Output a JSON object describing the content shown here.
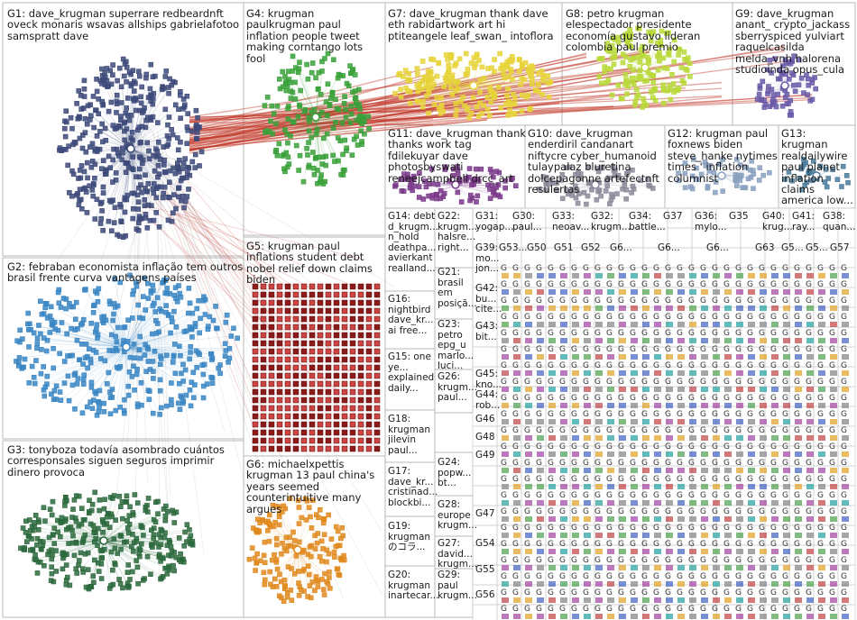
{
  "colors": {
    "background": "#ffffff",
    "box_border": "#b8b8b8",
    "edge_red": "#c0392b",
    "edge_gray": "#8a8a8a",
    "g1": "#3d4a7a",
    "g2": "#3a86c4",
    "g3": "#2d6a3e",
    "g4": "#3aa13a",
    "g5": "#8b1a1a",
    "g6": "#e08a1e",
    "g7": "#e6d43a",
    "g8": "#b8d93a",
    "g9": "#6a5aa8",
    "g10": "#8a8a9a",
    "g11": "#7a3a8a",
    "g12": "#8aa0c0",
    "g13": "#4a7a9a"
  },
  "groups": [
    {
      "key": "g1",
      "text": "G1: dave_krugman superrare redbeardnft oveck monaris wsavas allships gabrielafotoo samspratt dave"
    },
    {
      "key": "g2",
      "text": "G2: febraban economista inflação tem outros brasil frente curva vantagens países"
    },
    {
      "key": "g3",
      "text": "G3: tonyboza todavía asombrado cuántos corresponsales siguen seguros imprimir dinero provoca"
    },
    {
      "key": "g4",
      "text": "G4: krugman paulkrugman paul inflation people tweet making corntango lots fool"
    },
    {
      "key": "g5",
      "text": "G5: krugman paul inflations student debt nobel relief down claims biden"
    },
    {
      "key": "g6",
      "text": "G6: michaelxpettis krugman 13 paul china's years seemed counterintuitive many argues"
    },
    {
      "key": "g7",
      "text": "G7: dave_krugman thank dave eth rabidartwork art hi ptiteangele leaf_swan_ intoflora"
    },
    {
      "key": "g8",
      "text": "G8: petro krugman elespectador presidente economía gustavo lideran colombia paul premio"
    },
    {
      "key": "g9",
      "text": "G9: dave_krugman anant_ crypto_jackass sberryspiced yulviart raquelcasilda melda_vnh halorena studioinda opus_cula"
    },
    {
      "key": "g10",
      "text": "G10: dave_krugman enderdiril candanart niftycre cyber_humanoid tulaypalaz bluretina dolcepagonne artefectnft resulertas"
    },
    {
      "key": "g11",
      "text": "G11: dave_krugman thank thanks work tag fdilekuyar dave photosbyswati reneejcampbell drcc_art"
    },
    {
      "key": "g12",
      "text": "G12: krugman paul foxnews biden steve_hanke nytimes times ' inflation columnist"
    },
    {
      "key": "g13",
      "text": "G13: krugman realdailywire paul planet inflation claims america low..."
    },
    {
      "key": "g14",
      "text": "G14: debt d_krugm... n_hold deathpa... avierkant realland..."
    },
    {
      "key": "g15",
      "text": "G15: one ye... explained daily..."
    },
    {
      "key": "g16",
      "text": "G16: nightbird dave_kr... ai free..."
    },
    {
      "key": "g17",
      "text": "G17: dave_kr... cristinad... blockbi..."
    },
    {
      "key": "g18",
      "text": "G18: krugman jilevin paul..."
    },
    {
      "key": "g19",
      "text": "G19: krugman のコラ..."
    },
    {
      "key": "g20",
      "text": "G20: krugman inartecar..."
    },
    {
      "key": "g22",
      "text": "G22: krugm... halsre... right..."
    },
    {
      "key": "g23",
      "text": "G23: petro epg_u marlo... luci..."
    },
    {
      "key": "g24",
      "text": "G24: popw... bt..."
    },
    {
      "key": "g26",
      "text": "G26: krugm... paul..."
    },
    {
      "key": "g27",
      "text": "G27: david... krugm..."
    },
    {
      "key": "g28",
      "text": "G28: europe krugm..."
    },
    {
      "key": "g29",
      "text": "G29: paul krugm..."
    }
  ],
  "small_labels": [
    "G31: yogap...",
    "G30: paul...",
    "G33: neoav...",
    "G32: krugm...",
    "G34: battle...",
    "G37",
    "G36: mylo...",
    "G35",
    "G40: krug...",
    "G41: ray...",
    "G38: quan...",
    "G39: mo... jon...",
    "G53...",
    "G50",
    "G51",
    "G52",
    "G6...",
    "G6...",
    "G6...",
    "G63",
    "G5...",
    "G5...",
    "G57",
    "G42: bu... cite...",
    "G21: brasil em posiçã...",
    "G43: bit...",
    "G45: kno...",
    "G44: rob...",
    "G46",
    "G48",
    "G47",
    "G49",
    "G54",
    "G55",
    "G56"
  ],
  "tiny_glyph": "G"
}
